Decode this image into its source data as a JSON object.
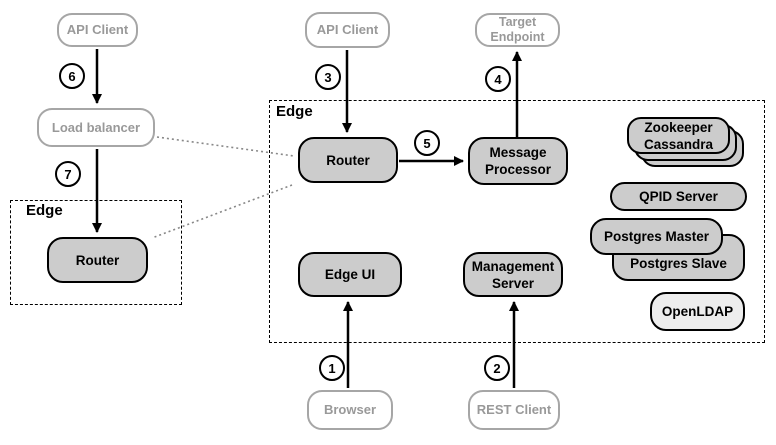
{
  "diagram": {
    "clients": {
      "api_client_left": "API Client",
      "load_balancer": "Load balancer",
      "api_client_top": "API Client",
      "target_endpoint": {
        "line1": "Target",
        "line2": "Endpoint"
      },
      "browser": "Browser",
      "rest_client": "REST Client"
    },
    "edge_small": {
      "label": "Edge",
      "router": "Router"
    },
    "edge_main": {
      "label": "Edge",
      "router": "Router",
      "message_processor": {
        "line1": "Message",
        "line2": "Processor"
      },
      "edge_ui": "Edge UI",
      "management_server": {
        "line1": "Management",
        "line2": "Server"
      },
      "datastores": {
        "zookeeper_stack": {
          "line1": "Zookeeper",
          "line2": "Cassandra"
        },
        "qpid": "QPID Server",
        "postgres_master": "Postgres Master",
        "postgres_slave": "Postgres Slave",
        "openldap": "OpenLDAP"
      }
    },
    "steps": {
      "s1": "1",
      "s2": "2",
      "s3": "3",
      "s4": "4",
      "s5": "5",
      "s6": "6",
      "s7": "7"
    },
    "colors": {
      "node_fill": "#cccccc",
      "node_border": "#000000",
      "openldap_fill": "#ededed",
      "client_border": "#a6a6a6",
      "client_text": "#999999",
      "dotted_link": "#888888"
    }
  }
}
